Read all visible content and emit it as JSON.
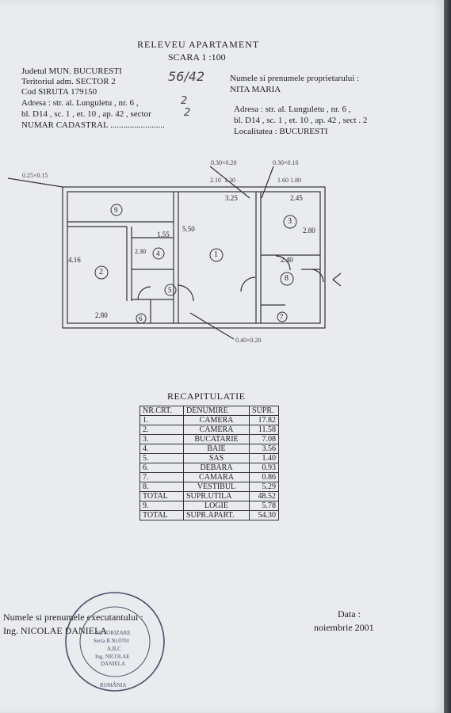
{
  "header": {
    "title": "RELEVEU     APARTAMENT",
    "scale": "SCARA 1 :100"
  },
  "left_info": {
    "judet": "Judetul  MUN. BUCURESTI",
    "teritoriu": "Teritoriul adm. SECTOR 2",
    "cod": "Cod SIRUTA 179150",
    "adresa1": "Adresa : str. al. Lunguletu , nr. 6 ,",
    "adresa2": "bl. D14 , sc. 1  , et. 10  , ap. 42 , sector",
    "cadastral": "NUMAR  CADASTRAL .........................",
    "hand_number": "56/42",
    "hand_2a": "2",
    "hand_2b": "2"
  },
  "right_info": {
    "owner_label": "Numele si prenumele proprietarului :",
    "owner": "NITA   MARIA",
    "adresa1": "Adresa : str. al. Lunguletu , nr. 6 ,",
    "adresa2": "bl. D14 , sc. 1 , et. 10 , ap. 42 , sect . 2",
    "localitate": "Localitatea : BUCURESTI"
  },
  "plan": {
    "dims": [
      "0.25×0.15",
      "0.30×0.20",
      "0.30×0.10",
      "2.10",
      "1.30",
      "1.60",
      "1.80",
      "3.25",
      "2.45",
      "5.50",
      "4.16",
      "2.80",
      "2.80",
      "2.40",
      "1.55",
      "2.30",
      "0.40×0.20"
    ],
    "rooms": [
      "1",
      "2",
      "3",
      "4",
      "5",
      "6",
      "7",
      "8",
      "9"
    ]
  },
  "recap": {
    "title": "RECAPITULATIE",
    "headers": [
      "NR.CRT.",
      "DENUMIRE",
      "SUPR."
    ],
    "rows": [
      [
        "1.",
        "CAMERA",
        "17.82"
      ],
      [
        "2.",
        "CAMERA",
        "11.58"
      ],
      [
        "3.",
        "BUCATARIE",
        "7.08"
      ],
      [
        "4.",
        "BAIE",
        "3.56"
      ],
      [
        "5.",
        "SAS",
        "1.40"
      ],
      [
        "6.",
        "DEBARA",
        "0.93"
      ],
      [
        "7.",
        "CAMARA",
        "0.86"
      ],
      [
        "8.",
        "VESTIBUL",
        "5.29"
      ],
      [
        "TOTAL",
        "SUPR.UTILA",
        "48.52"
      ],
      [
        "9.",
        "LOGIE",
        "5.78"
      ],
      [
        "TOTAL",
        "SUPR.APART.",
        "54.30"
      ]
    ]
  },
  "footer": {
    "exec_label": "Numele si prenumele executantului :",
    "exec_name": "Ing. NICOLAE   DANIELA",
    "date_label": "Data :",
    "date_value": "noiembrie  2001"
  },
  "colors": {
    "paper": "#e9ebee",
    "ink": "#222222",
    "stamp": "#4a4f6a"
  }
}
